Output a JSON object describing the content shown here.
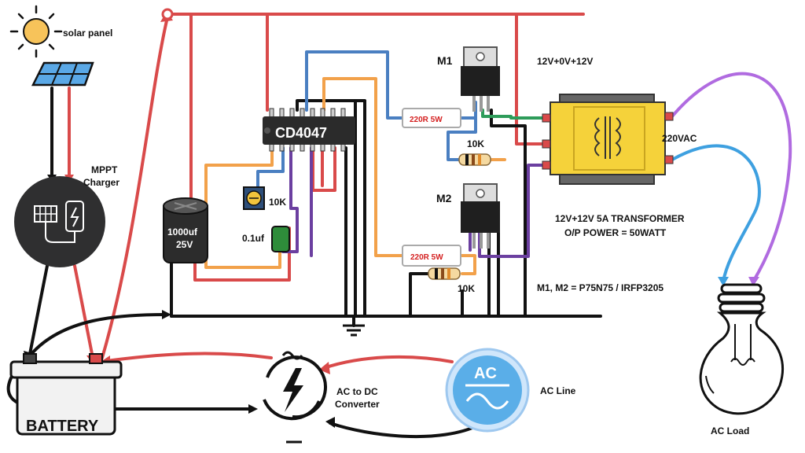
{
  "labels": {
    "solar_panel": "solar panel",
    "mppt_line1": "MPPT",
    "mppt_line2": "Charger",
    "battery": "BATTERY",
    "capacitor_line1": "1000uf",
    "capacitor_line2": "25V",
    "ic": "CD4047",
    "pot": "10K",
    "cap_small": "0.1uf",
    "resistor1": "220R 5W",
    "resistor2": "220R 5W",
    "resistor_10k_top": "10K",
    "resistor_10k_bottom": "10K",
    "m1": "M1",
    "m2": "M2",
    "transformer_taps": "12V+0V+12V",
    "output_vac": "220VAC",
    "transformer_line1": "12V+12V 5A   TRANSFORMER",
    "transformer_line2": "O/P POWER = 50WATT",
    "mosfet_note": "M1, M2 = P75N75 / IRFP3205",
    "ac_dc_line1": "AC to DC",
    "ac_dc_line2": "Converter",
    "ac_badge": "AC",
    "ac_line": "AC Line",
    "ac_load": "AC Load"
  },
  "colors": {
    "red_wire": "#d94a4a",
    "black_wire": "#111111",
    "blue_wire": "#4a7fc1",
    "orange_wire": "#f2a14a",
    "purple_wire": "#6b3fa0",
    "green_wire": "#2e9c5a",
    "light_blue_wire": "#3ea0e0",
    "violet_wire": "#b06be0",
    "transformer_yellow": "#f5d23a",
    "resistor_text": "#d42020"
  }
}
